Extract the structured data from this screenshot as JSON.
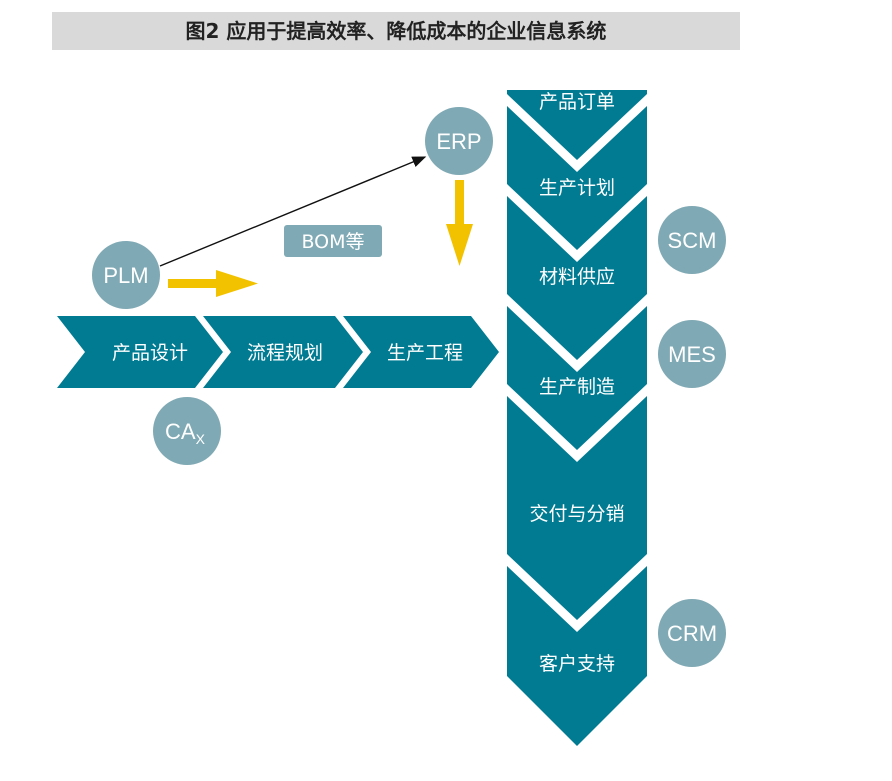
{
  "title": "图2 应用于提高效率、降低成本的企业信息系统",
  "colors": {
    "teal": "#007b92",
    "circle": "#7fa9b4",
    "arrow": "#f2c200",
    "title_bg": "#d9d9d9"
  },
  "horizontal_flow": [
    "产品设计",
    "流程规划",
    "生产工程"
  ],
  "vertical_flow": [
    "产品订单",
    "生产计划",
    "材料供应",
    "生产制造",
    "交付与分销",
    "客户支持"
  ],
  "systems": {
    "plm": "PLM",
    "erp": "ERP",
    "scm": "SCM",
    "mes": "MES",
    "crm": "CRM",
    "cax": "CA",
    "cax_sub": "X"
  },
  "bom_label": "BOM等"
}
